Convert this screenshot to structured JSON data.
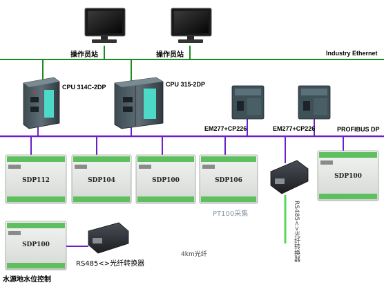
{
  "networks": {
    "ethernet_label": "Industry Ethernet",
    "profibus_label": "PROFIBUS DP",
    "colors": {
      "ethernet": "#1f8a1f",
      "profibus": "#6a1fc8",
      "fiber": "#32d232"
    }
  },
  "workstations": [
    {
      "label": "操作员站",
      "icon": "monitor-icon"
    },
    {
      "label": "操作员站",
      "icon": "monitor-icon"
    }
  ],
  "cpus": [
    {
      "label": "CPU 314C-2DP"
    },
    {
      "label": "CPU 315-2DP"
    }
  ],
  "gateways": [
    {
      "label": "EM277+CP226"
    },
    {
      "label": "EM277+CP226"
    }
  ],
  "io_modules": [
    {
      "label": "SDP112"
    },
    {
      "label": "SDP104"
    },
    {
      "label": "SDP100"
    },
    {
      "label": "SDP106"
    },
    {
      "label": "SDP100"
    },
    {
      "label": "SDP100"
    }
  ],
  "annotations": {
    "pt100": "PT100采集",
    "fiber": "4km光纤",
    "converter_left": "RS485<>光纤转换器",
    "converter_right": "RS485<>光纤转换器",
    "water": "水源地水位控制"
  }
}
